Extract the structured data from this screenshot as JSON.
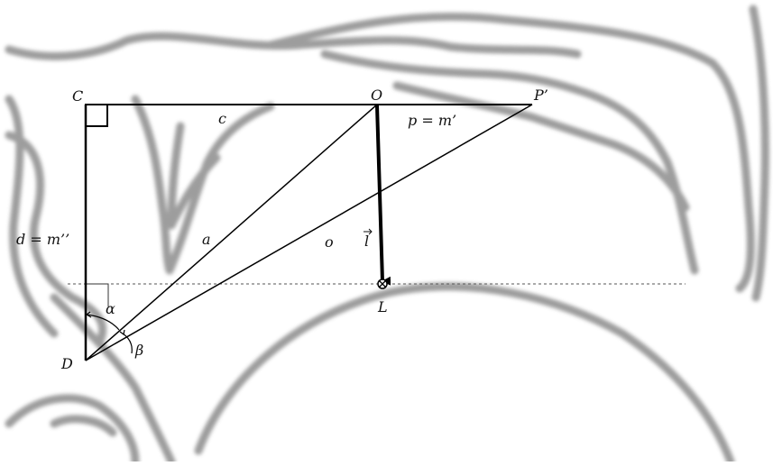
{
  "points": {
    "C": "C",
    "O": "O",
    "P_prime": "P’",
    "D": "D",
    "L": "L"
  },
  "segments": {
    "c": "c",
    "p_eq": "p = m’",
    "d_eq": "d = m’’",
    "a": "a",
    "o": "o"
  },
  "vector_label": "l",
  "angles": {
    "alpha": "α",
    "beta": "β"
  },
  "colors": {
    "background": "#ffffff",
    "line": "#000000",
    "contour": "#8c8c8c",
    "dashed": "#555555"
  }
}
